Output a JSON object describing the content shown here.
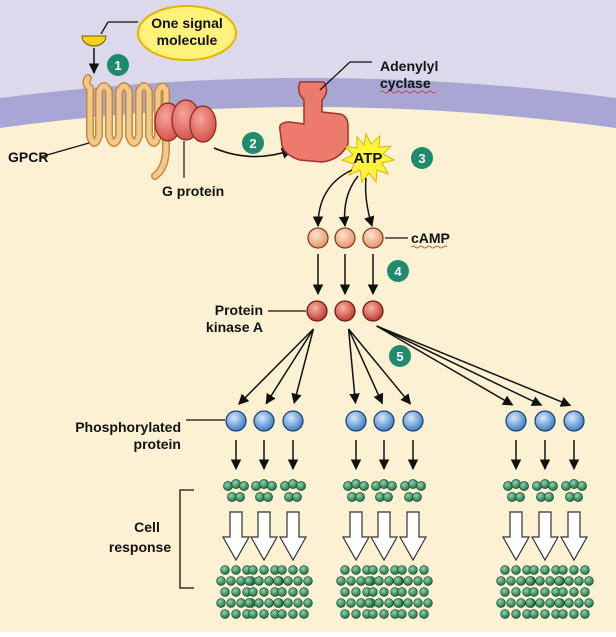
{
  "title": "",
  "labels": {
    "signal_molecule": [
      "One signal",
      "molecule"
    ],
    "gpcr": "GPCR",
    "g_protein": "G protein",
    "adenylyl_cyclase": [
      "Adenylyl",
      "cyclase"
    ],
    "atp": "ATP",
    "camp": "cAMP",
    "protein_kinase_a": [
      "Protein",
      "kinase A"
    ],
    "phosphorylated_protein": [
      "Phosphorylated",
      "protein"
    ],
    "cell_response": [
      "Cell",
      "response"
    ]
  },
  "steps": [
    "1",
    "2",
    "3",
    "4",
    "5"
  ],
  "colors": {
    "extracellular": "#ddd9ec",
    "membrane": "#a8a6d2",
    "cytoplasm": "#fdf1d4",
    "step_badge": "#1f8a6e",
    "signal_bubble": "#fff27a",
    "signal_molecule": "#f2d21b",
    "gpcr": "#f3c98b",
    "g_protein": "#e8706a",
    "adenylyl_cyclase": "#ec7a6d",
    "atp_burst": "#fff23a",
    "camp": "#f2b28f",
    "pka": "#d9534a",
    "phospho_protein": "#6aa0d8",
    "response_dot": "#2f8a5c"
  },
  "icons": {
    "signal": "half-circle-ligand-icon",
    "atp": "starburst-icon",
    "response": "hollow-down-arrow-icon"
  }
}
